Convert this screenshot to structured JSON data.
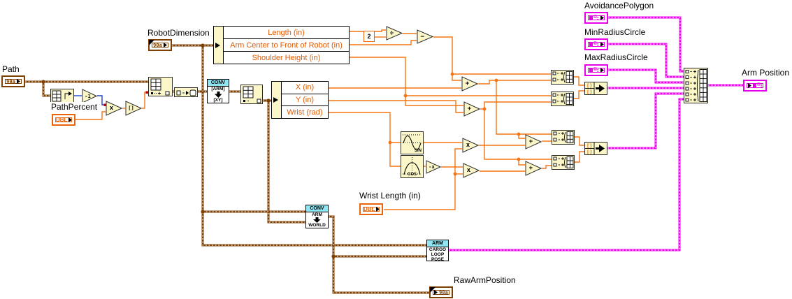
{
  "colors": {
    "wire_double_orange": "#f57514",
    "wire_int_blue": "#2142c8",
    "wire_cluster_brown": "#7e3f00",
    "wire_cluster_magenta": "#ee00ee",
    "node_fill_yellow": "#fbf7c8",
    "subvi_header_cyan": "#8fe6f2",
    "unbundle_text_orange": "#e05a00",
    "coercion_dot_red": "#cc0000"
  },
  "terminals": {
    "path": {
      "label": "Path",
      "glyph": "90a"
    },
    "path_percent": {
      "label": "PathPercent",
      "glyph": "DBL"
    },
    "robot_dimension": {
      "label": "RobotDimension",
      "glyph": "90a"
    },
    "wrist_length": {
      "label": "Wrist Length (in)",
      "glyph": "DBL"
    },
    "avoidance_polygon": {
      "label": "AvoidancePolygon"
    },
    "min_radius_circle": {
      "label": "MinRadiusCircle"
    },
    "max_radius_circle": {
      "label": "MaxRadiusCircle"
    },
    "arm_position": {
      "label": "Arm Position"
    },
    "raw_arm_position": {
      "label": "RawArmPosition",
      "glyph": "90a"
    }
  },
  "unbundles": {
    "robot_dimension": {
      "items": [
        "Length (in)",
        "Arm Center to Front of Robot (in)",
        "Shoulder Height (in)"
      ]
    },
    "arm_xy": {
      "items": [
        "X (in)",
        "Y (in)",
        "Wrist (rad)"
      ]
    }
  },
  "constants": {
    "two": "2"
  },
  "operators": {
    "divide": "÷",
    "subtract": "−",
    "add": "+",
    "multiply": "x",
    "decrement": "-1",
    "round_to_nearest": "[]",
    "negate": "-x"
  },
  "subvis": {
    "conv_arm_xy": {
      "header": "CONV",
      "top": "[ARM]",
      "bottom": "[XY]"
    },
    "conv_arm_world": {
      "header": "CONV",
      "top": "ARM",
      "bottom": "WORLD"
    },
    "arm_cargo_loop_pose": {
      "header": "ARM",
      "line1": "CARGO",
      "line2": "LOOP",
      "line3": "POSE"
    },
    "sine": {
      "label": "SIN"
    },
    "cosine": {
      "label": "COS"
    }
  }
}
